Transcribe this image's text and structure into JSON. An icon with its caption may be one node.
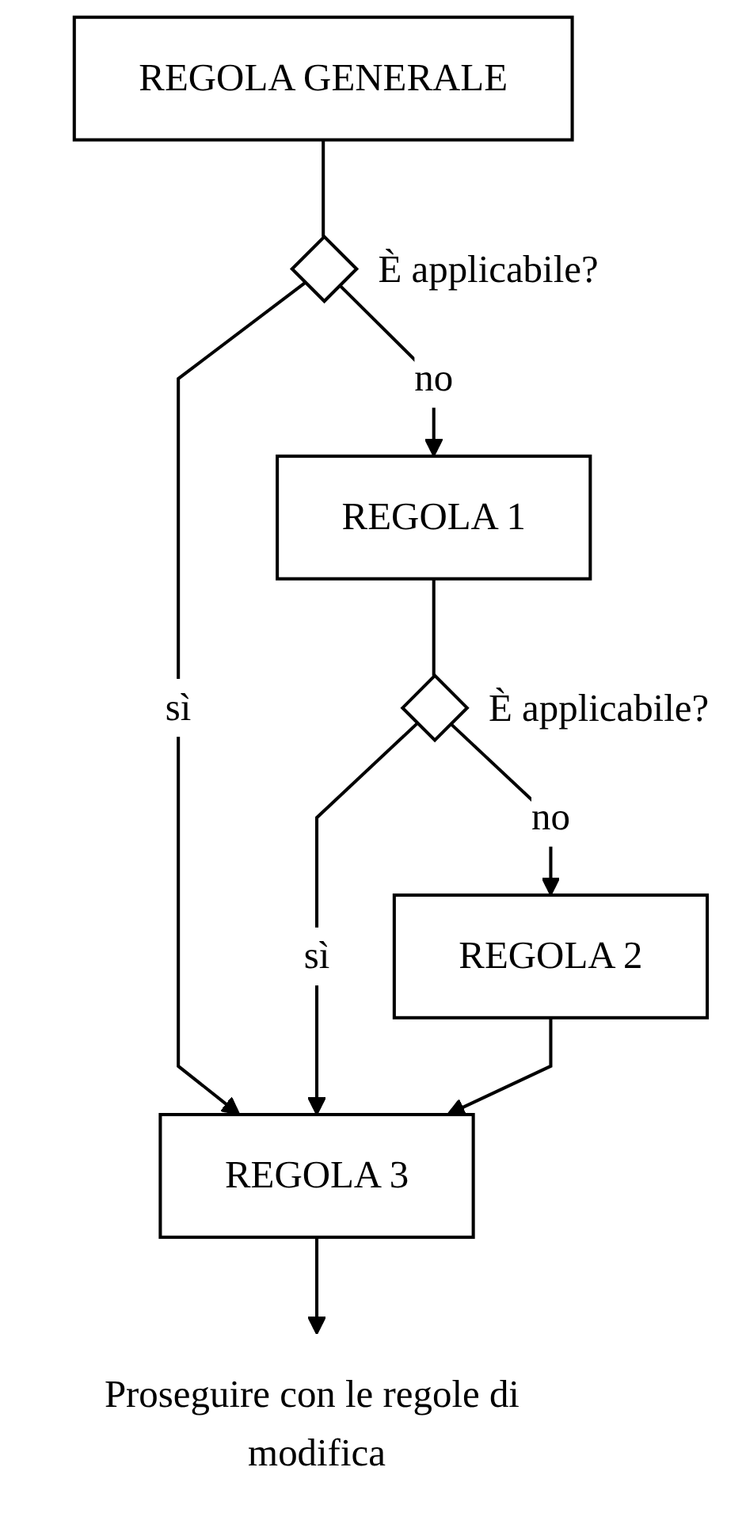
{
  "diagram": {
    "nodes": [
      {
        "text": [
          "REGOLA GENERALE"
        ]
      },
      {
        "text": [],
        "shape": "diamond",
        "beside": [
          "È applicabile?"
        ]
      },
      {
        "text": [
          "REGOLA 1"
        ]
      },
      {
        "text": [],
        "shape": "diamond",
        "beside": [
          "È applicabile?"
        ]
      },
      {
        "text": [
          "REGOLA 2"
        ]
      },
      {
        "text": [
          "REGOLA 3"
        ]
      },
      {
        "text": [
          "Proseguire con le regole di modifica"
        ]
      }
    ],
    "edges": [
      {
        "from": 0,
        "to": 1,
        "arrow": "none"
      },
      {
        "from": 1,
        "to": 5,
        "label": "sì",
        "arrow": "to"
      },
      {
        "from": 1,
        "to": 2,
        "label": "no",
        "arrow": "to"
      },
      {
        "from": 2,
        "to": 3,
        "arrow": "none"
      },
      {
        "from": 3,
        "to": 5,
        "label": "sì",
        "arrow": "to"
      },
      {
        "from": 3,
        "to": 4,
        "label": "no",
        "arrow": "to"
      },
      {
        "from": 4,
        "to": 5,
        "arrow": "to"
      },
      {
        "from": 5,
        "to": 6,
        "arrow": "to"
      }
    ]
  }
}
